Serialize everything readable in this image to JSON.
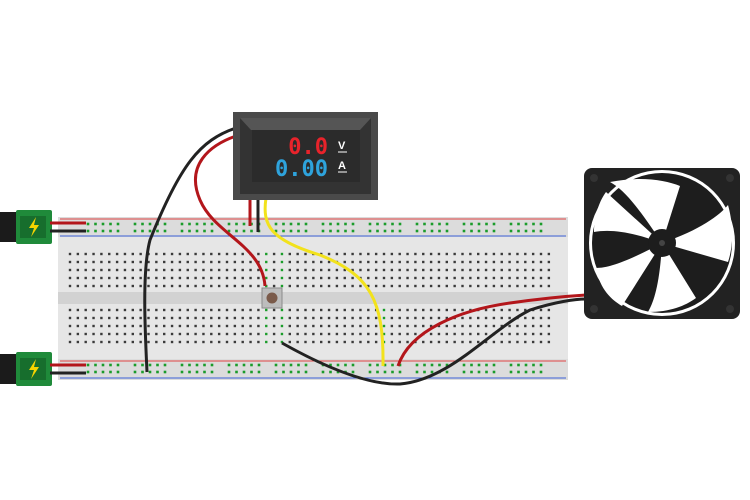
{
  "meter": {
    "voltage_reading": "0.0",
    "voltage_unit": "V",
    "current_reading": "0.00",
    "current_unit": "A",
    "voltage_color": "#e8232b",
    "current_color": "#2ea3dc"
  },
  "colors": {
    "wire_red": "#b3161b",
    "wire_black": "#222222",
    "wire_yellow": "#f2e21c",
    "pcb_green": "#1f8a3a",
    "breadboard": "#e6e6e6",
    "rail_red": "#e04545",
    "rail_blue": "#3b5fd6",
    "hole_green": "#1a9c2a",
    "fan_body": "#222222"
  },
  "icons": {
    "power_jack_top": "lightning-bolt-icon",
    "power_jack_bottom": "lightning-bolt-icon",
    "fan": "fan-icon",
    "push_button": "push-button-icon"
  }
}
